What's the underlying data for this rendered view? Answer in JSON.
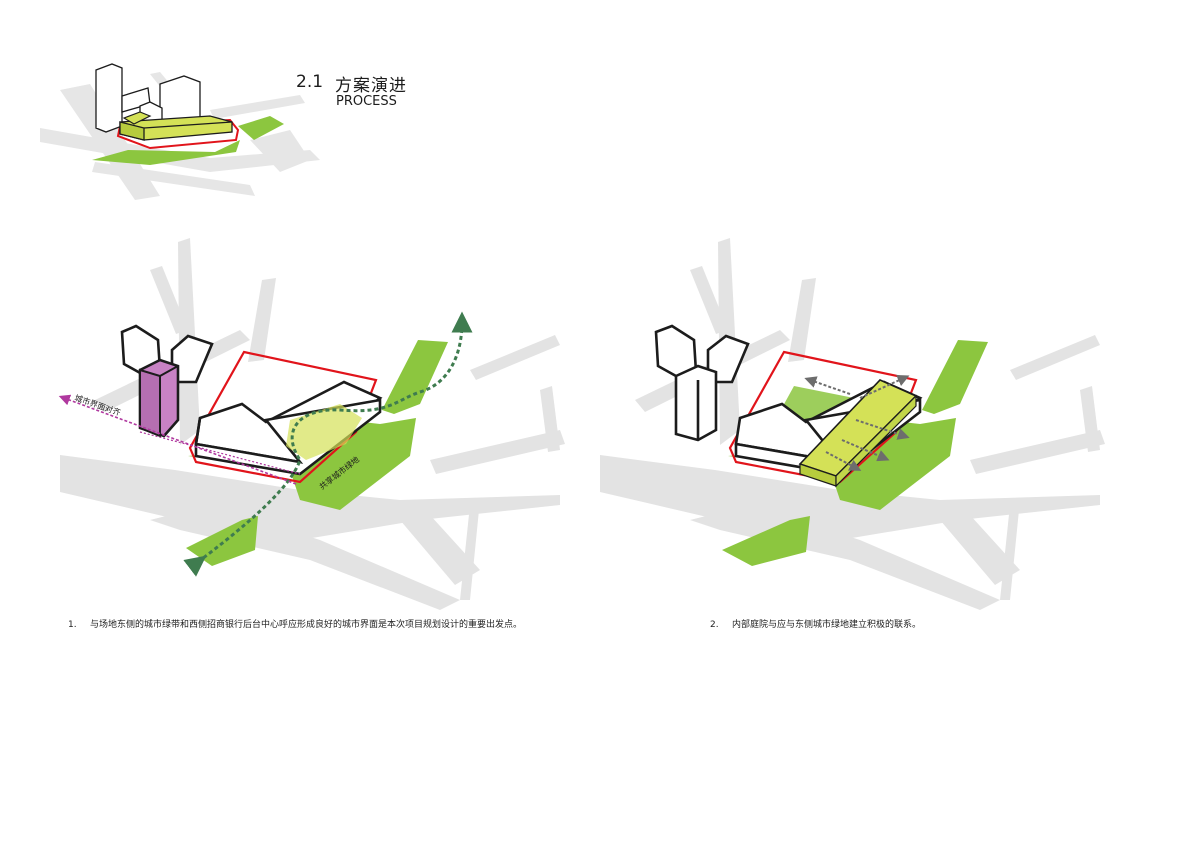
{
  "header": {
    "number": "2.1",
    "title_cn": "方案演进",
    "title_en": "PROCESS"
  },
  "diagram1": {
    "label_alignment": "城市界面对齐",
    "label_green": "共享城市绿地",
    "caption_number": "1.",
    "caption_text": "与场地东侧的城市绿带和西侧招商银行后台中心呼应形成良好的城市界面是本次项目规划设计的重要出发点。"
  },
  "diagram2": {
    "caption_number": "2.",
    "caption_text": "内部庭院与应与东侧城市绿地建立积极的联系。"
  },
  "colors": {
    "road": "#e3e3e3",
    "green": "#8cc63f",
    "lime": "#d4e157",
    "site_outline": "#e1141b",
    "accent_purple": "#c882c4",
    "path_dark_green": "#3f7c4f",
    "arrow_grey": "#6d6d6d"
  }
}
